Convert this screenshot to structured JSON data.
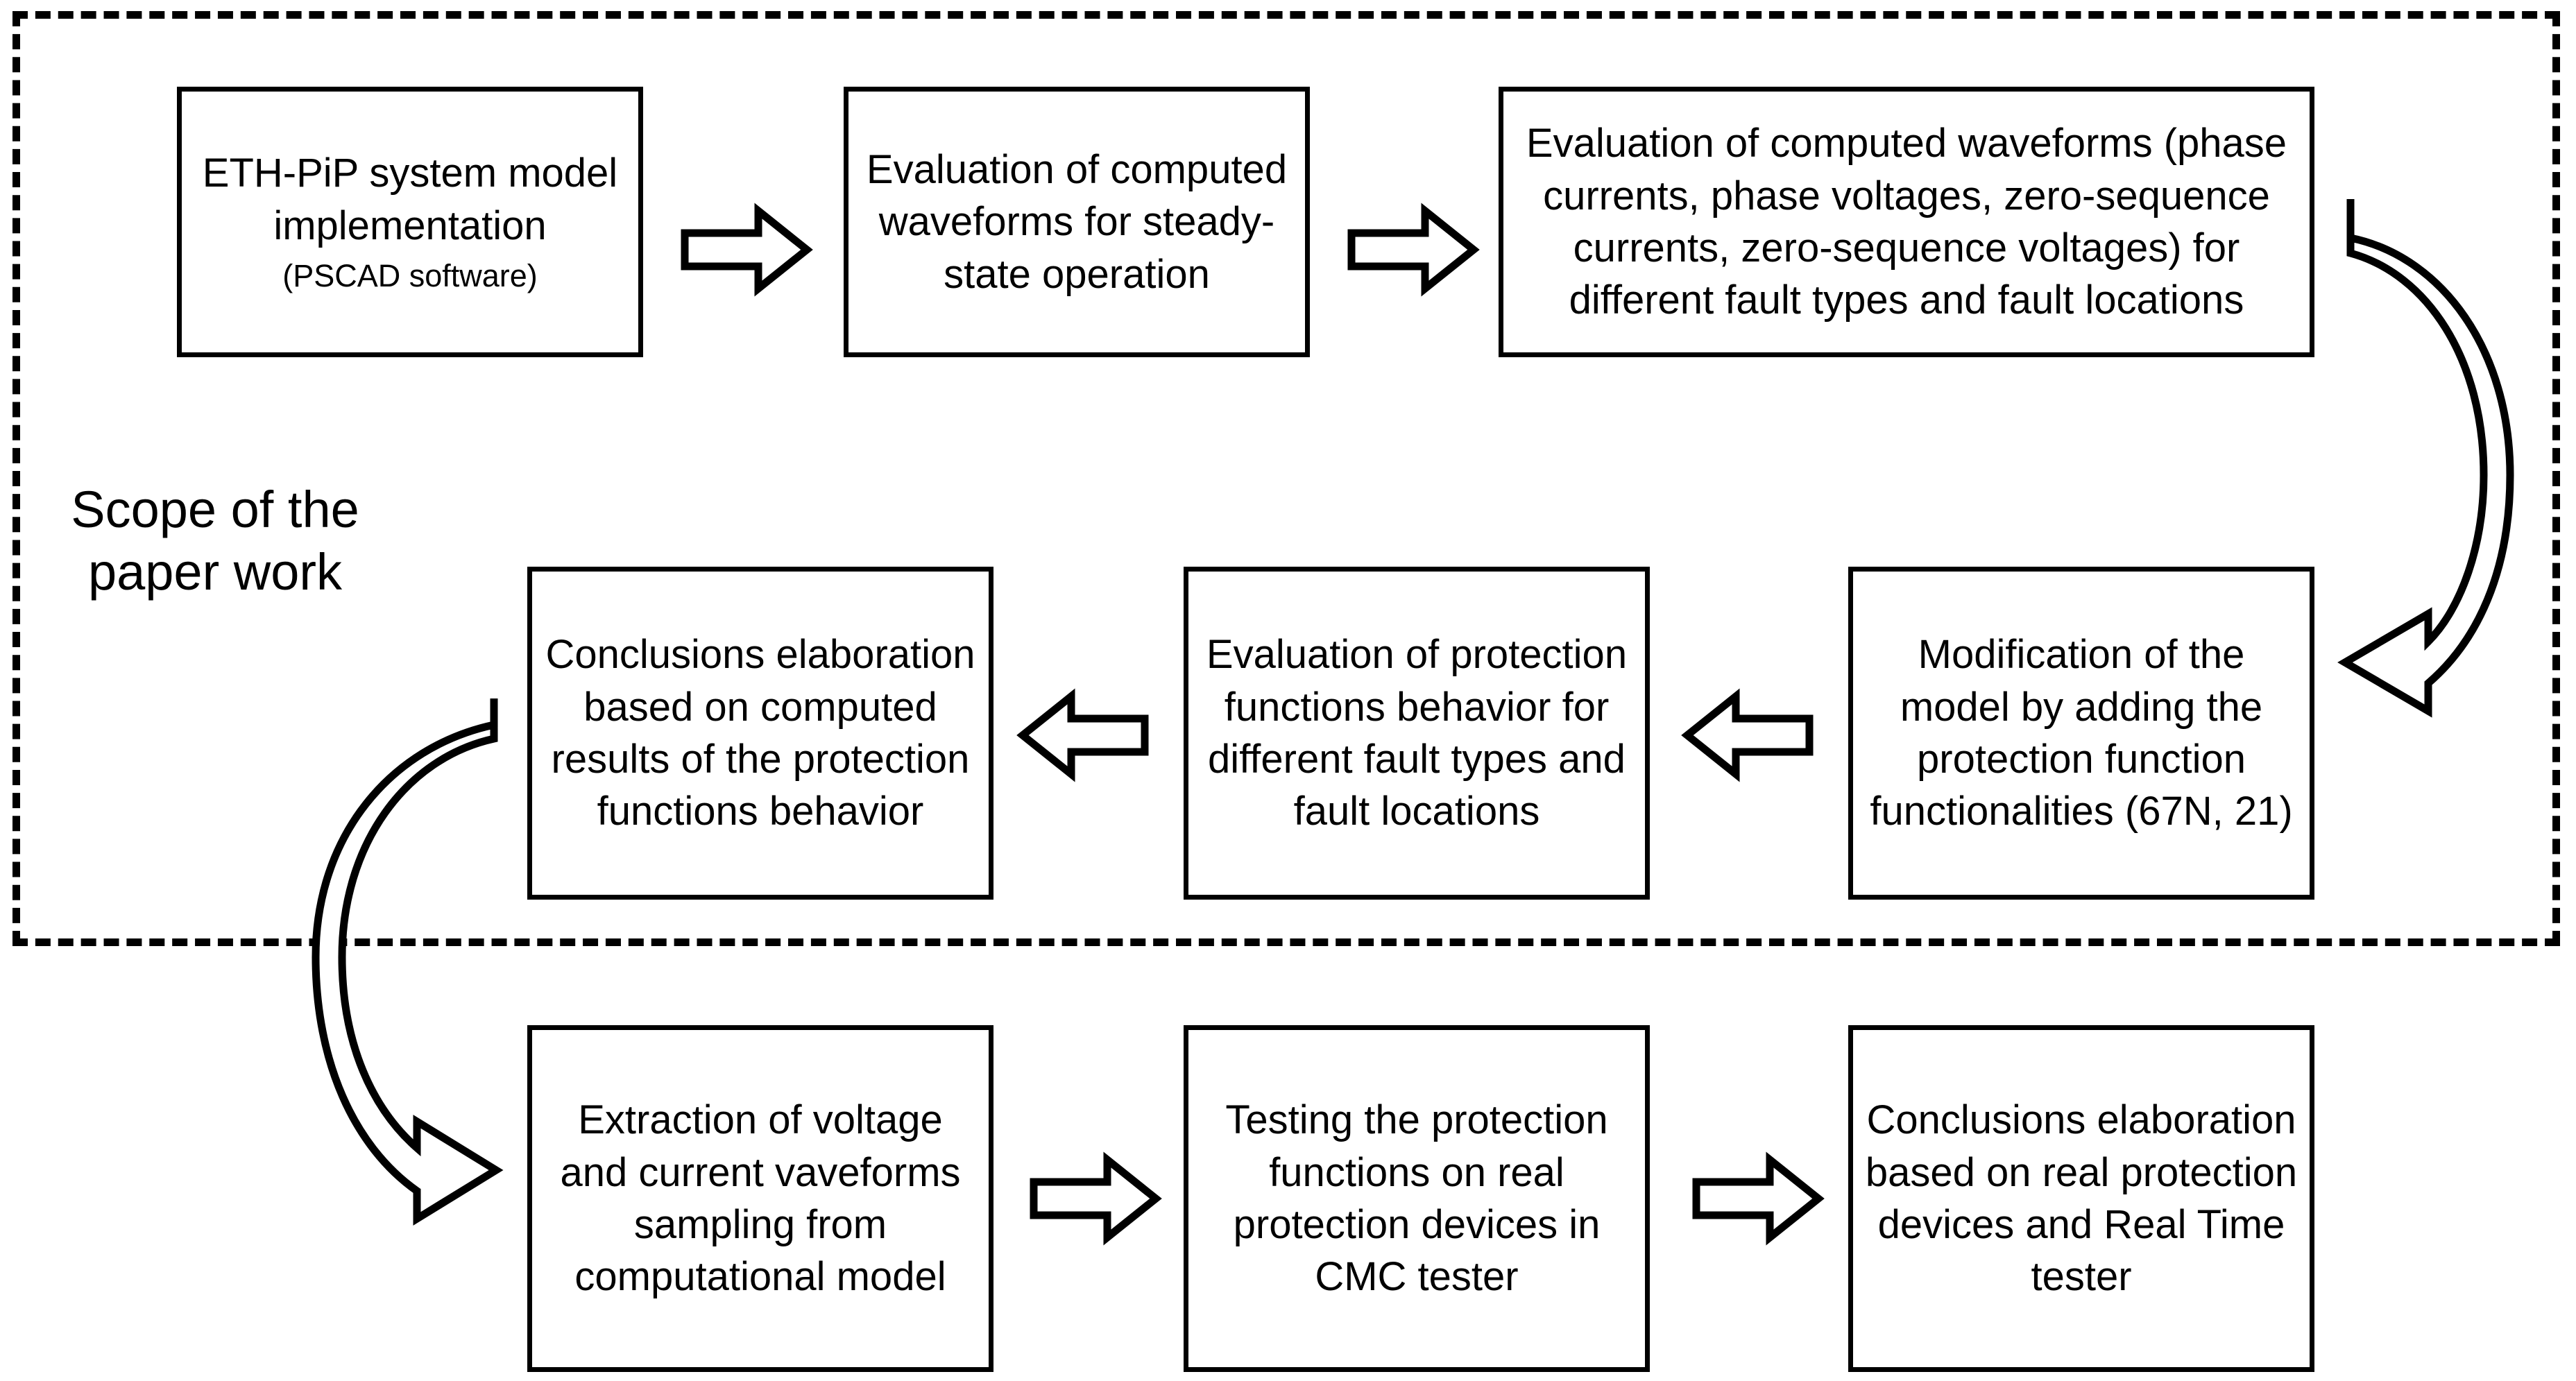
{
  "diagram": {
    "title_label": "Scope of the\npaper work",
    "frame": {
      "style": "dashed",
      "color": "#000000"
    },
    "nodes": [
      {
        "id": "eth-pip-model",
        "text": "ETH-PiP system model implementation",
        "subtext": "(PSCAD software)"
      },
      {
        "id": "steady-state-evaluation",
        "text": "Evaluation of computed waveforms for steady-state operation",
        "subtext": ""
      },
      {
        "id": "fault-waveform-evaluation",
        "text": "Evaluation of computed waveforms (phase currents, phase voltages, zero-sequence currents, zero-sequence voltages) for different fault types and fault locations",
        "subtext": ""
      },
      {
        "id": "model-modification",
        "text": "Modification of the model by adding the protection function functionalities (67N, 21)",
        "subtext": ""
      },
      {
        "id": "protection-behavior-evaluation",
        "text": "Evaluation of protection functions behavior for different fault types and fault locations",
        "subtext": ""
      },
      {
        "id": "conclusions-computed",
        "text": "Conclusions elaboration based on computed results of the protection functions behavior",
        "subtext": ""
      },
      {
        "id": "waveform-extraction",
        "text": "Extraction of voltage and current vaveforms sampling from computational model",
        "subtext": ""
      },
      {
        "id": "cmc-testing",
        "text": "Testing the protection functions on real protection devices in CMC tester",
        "subtext": ""
      },
      {
        "id": "conclusions-real",
        "text": "Conclusions elaboration based on real protection devices and Real Time tester",
        "subtext": ""
      }
    ],
    "connectors": [
      {
        "id": "arrow-1",
        "icon": "arrow-right-icon",
        "direction": "right",
        "from": "eth-pip-model",
        "to": "steady-state-evaluation"
      },
      {
        "id": "arrow-2",
        "icon": "arrow-right-icon",
        "direction": "right",
        "from": "steady-state-evaluation",
        "to": "fault-waveform-evaluation"
      },
      {
        "id": "arrow-3",
        "icon": "arrow-curved-down-left-icon",
        "direction": "curved-down-left",
        "from": "fault-waveform-evaluation",
        "to": "model-modification"
      },
      {
        "id": "arrow-4",
        "icon": "arrow-left-icon",
        "direction": "left",
        "from": "model-modification",
        "to": "protection-behavior-evaluation"
      },
      {
        "id": "arrow-5",
        "icon": "arrow-left-icon",
        "direction": "left",
        "from": "protection-behavior-evaluation",
        "to": "conclusions-computed"
      },
      {
        "id": "arrow-6",
        "icon": "arrow-curved-down-right-icon",
        "direction": "curved-down-right",
        "from": "conclusions-computed",
        "to": "waveform-extraction"
      },
      {
        "id": "arrow-7",
        "icon": "arrow-right-icon",
        "direction": "right",
        "from": "waveform-extraction",
        "to": "cmc-testing"
      },
      {
        "id": "arrow-8",
        "icon": "arrow-right-icon",
        "direction": "right",
        "from": "cmc-testing",
        "to": "conclusions-real"
      }
    ]
  }
}
